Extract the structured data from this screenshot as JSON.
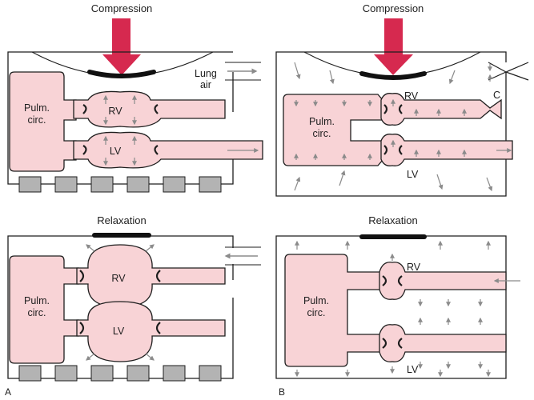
{
  "panelA": {
    "letter": "A",
    "compression": {
      "title": "Compression",
      "pulm": [
        "Pulm.",
        "circ."
      ],
      "rv": "RV",
      "lv": "LV",
      "lung_air": [
        "Lung",
        "air"
      ]
    },
    "relaxation": {
      "title": "Relaxation",
      "pulm": [
        "Pulm.",
        "circ."
      ],
      "rv": "RV",
      "lv": "LV"
    }
  },
  "panelB": {
    "letter": "B",
    "compression": {
      "title": "Compression",
      "pulm": [
        "Pulm.",
        "circ."
      ],
      "rv": "RV",
      "lv": "LV",
      "c_label": "C"
    },
    "relaxation": {
      "title": "Relaxation",
      "pulm": [
        "Pulm.",
        "circ."
      ],
      "rv": "RV",
      "lv": "LV"
    }
  },
  "colors": {
    "tissue": "#f8d3d6",
    "outline": "#1e1e1e",
    "compression_arrow": "#d6294f",
    "small_arrow": "#8b8b8b",
    "spine_block": "#b3b3b3"
  }
}
